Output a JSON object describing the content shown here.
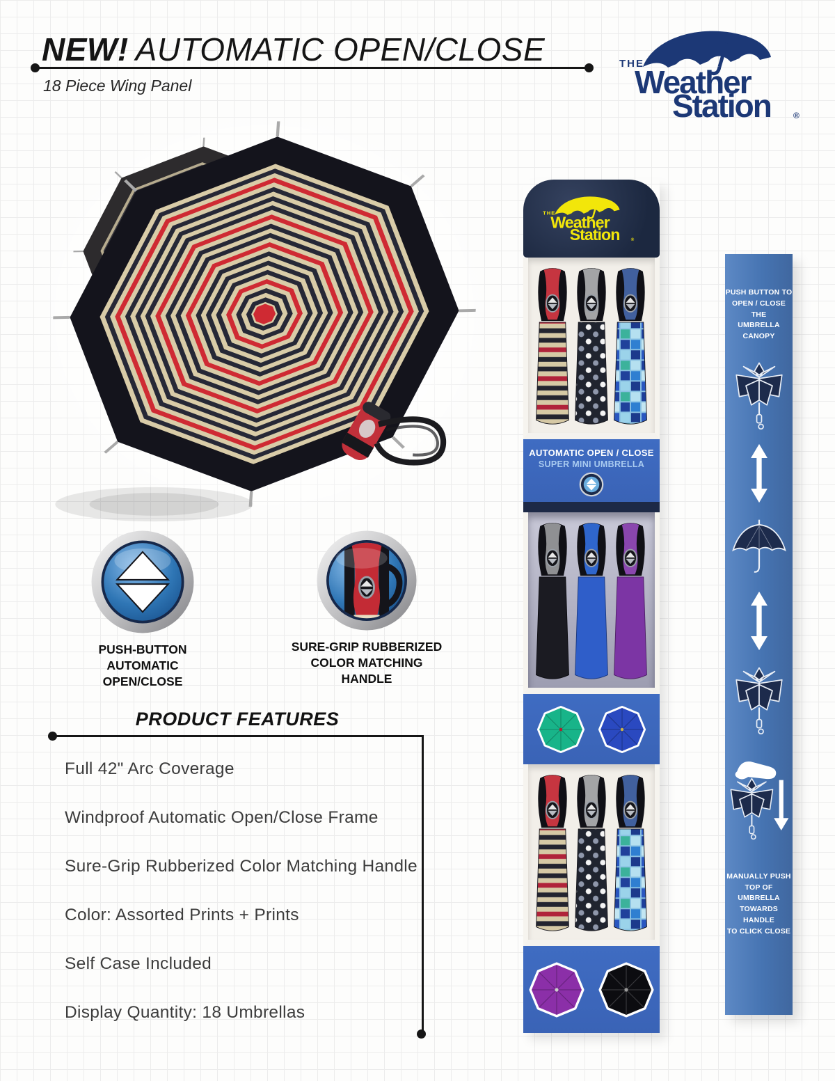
{
  "header": {
    "new_label": "NEW!",
    "title": "AUTOMATIC OPEN/CLOSE",
    "subtitle": "18 Piece Wing Panel"
  },
  "logo": {
    "the": "THE",
    "word1": "Weather",
    "word2": "Station",
    "reg": "®"
  },
  "hero": {
    "description": "Open striped super mini umbrella with red handle",
    "colors": {
      "cream": "#d9cca8",
      "navy": "#262836",
      "red": "#cf2a33",
      "border": "#14141c"
    }
  },
  "badges": [
    {
      "lines": [
        "PUSH-BUTTON",
        "AUTOMATIC",
        "OPEN/CLOSE"
      ]
    },
    {
      "lines": [
        "SURE-GRIP RUBBERIZED",
        "COLOR MATCHING",
        "HANDLE"
      ]
    }
  ],
  "features": {
    "heading": "PRODUCT FEATURES",
    "items": [
      "Full 42\" Arc Coverage",
      "Windproof Automatic Open/Close Frame",
      "Sure-Grip Rubberized Color Matching Handle",
      "Color: Assorted Prints + Prints",
      "Self Case Included",
      "Display Quantity: 18 Umbrellas"
    ]
  },
  "display_stand": {
    "band1": {
      "line1": "AUTOMATIC OPEN / CLOSE",
      "line2": "SUPER MINI UMBRELLA"
    }
  },
  "instruction_banner": {
    "top_lines": [
      "PUSH BUTTON TO",
      "OPEN / CLOSE THE",
      "UMBRELLA CANOPY"
    ],
    "bottom_lines": [
      "MANUALLY PUSH",
      "TOP OF UMBRELLA",
      "TOWARDS HANDLE",
      "TO CLICK CLOSE"
    ]
  },
  "colors": {
    "stand_blue": "#3c66bd",
    "banner_blue": "#4a7ab9",
    "logo_navy": "#1c3876",
    "logo_yellow": "#f2e60a",
    "icon_navy": "#1d2b4c"
  }
}
